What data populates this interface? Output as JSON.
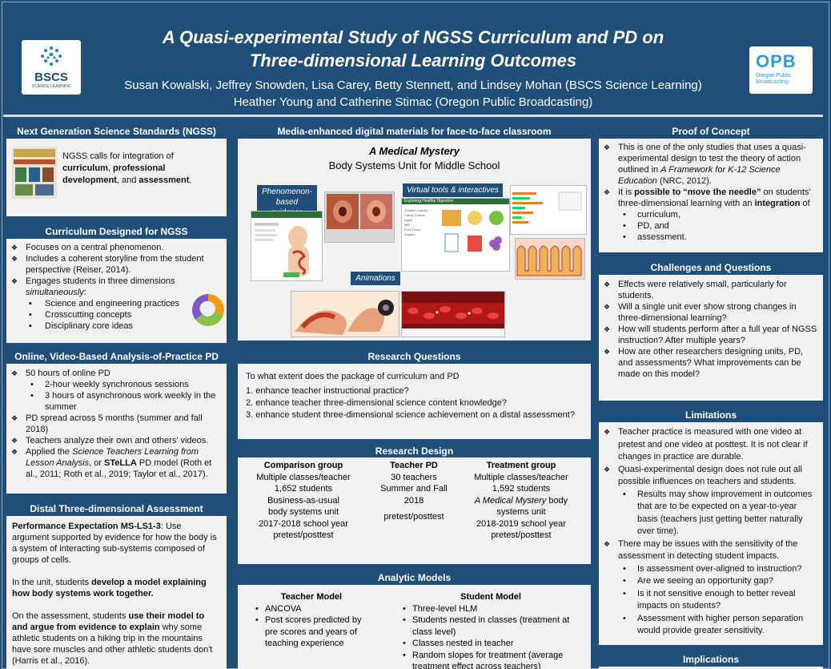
{
  "header": {
    "title_line1": "A Quasi-experimental Study of NGSS Curriculum and PD on",
    "title_line2": "Three-dimensional Learning Outcomes",
    "authors_line1": "Susan Kowalski, Jeffrey Snowden, Lisa Carey, Betty Stennett, and Lindsey Mohan (BSCS Science Learning)",
    "authors_line2": "Heather Young and Catherine Stimac (Oregon Public Broadcasting)",
    "bscs_logo": "BSCS",
    "bscs_sub": "SCIENCE LEARNING",
    "opb_logo": "OPB",
    "opb_sub1": "Oregon Public",
    "opb_sub2": "Broadcasting"
  },
  "ngss": {
    "title": "Next Generation Science Standards (NGSS)",
    "t1": "NGSS calls for integration of",
    "t2": "curriculum",
    "t3": ", ",
    "t4": "professional development",
    "t5": ", and ",
    "t6": "assessment",
    "t7": "."
  },
  "curriculum": {
    "title": "Curriculum Designed for NGSS",
    "b1": "Focuses on a central phenomenon.",
    "b2": "Includes a coherent storyline from the student perspective (Reiser, 2014).",
    "b3a": "Engages students in three dimensions ",
    "b3b": "simultaneously",
    "b3c": ":",
    "s1": "Science and engineering practices",
    "s2": "Crosscutting concepts",
    "s3": "Disciplinary core ideas"
  },
  "pd": {
    "title": "Online, Video-Based Analysis-of-Practice PD",
    "b1": "50 hours of online PD",
    "d1": "2-hour weekly synchronous sessions",
    "d2": "3 hours of asynchronous work weekly in the summer",
    "b2": "PD spread across 5 months (summer and fall 2018)",
    "b3": "Teachers analyze their own and others' videos.",
    "b4a": "Applied the ",
    "b4b": "Science Teachers Learning from Lesson Analysis",
    "b4c": ", or ",
    "b4d": "STeLLA",
    "b4e": " PD model (Roth et al., 2011; Roth et al., 2019; Taylor et al., 2017)."
  },
  "distal": {
    "title": "Distal Three-dimensional Assessment",
    "p1a": "Performance Expectation MS-LS1-3",
    "p1b": ": Use argument supported by evidence for how the body is a system of interacting sub-systems composed of groups of cells.",
    "p2a": "In the unit, students ",
    "p2b": "develop a model explaining how body systems work together.",
    "p3a": "On the assessment, students ",
    "p3b": "use their model to and argue from evidence to explain",
    "p3c": " why some athletic students on a hiking trip in the mountains have sore muscles and other athletic students don't (Harris et al., 2016)."
  },
  "media": {
    "title": "Media-enhanced digital materials for face-to-face classroom",
    "unit_title": "A Medical Mystery",
    "unit_sub": "Body Systems Unit for Middle School",
    "tag_phen": "Phenomenon-based evidence",
    "tag_tools": "Virtual tools & interactives",
    "tag_anim": "Animations",
    "shot_text": "Exploring Healthy Digestion",
    "foods": [
      "Graham Cracker",
      "Candy Cheese",
      "Apple",
      "Milk",
      "Fruit Punch",
      "Grapes"
    ]
  },
  "rq": {
    "title": "Research Questions",
    "intro": "To what extent does the package of curriculum and PD",
    "q1": "1.  enhance teacher instructional practice?",
    "q2": "2.  enhance teacher three-dimensional science content knowledge?",
    "q3": "3.  enhance student three-dimensional science achievement on a distal assessment?"
  },
  "design": {
    "title": "Research Design",
    "comp_head": "Comparison group",
    "comp": [
      "Multiple classes/teacher",
      "1,652 students",
      "Business-as-usual",
      "body systems unit",
      "2017-2018 school year",
      "pretest/posttest"
    ],
    "tpd_head": "Teacher PD",
    "tpd": [
      "30 teachers",
      "Summer and Fall",
      "2018",
      "",
      "pretest/posttest"
    ],
    "treat_head": "Treatment group",
    "treat1": "Multiple classes/teacher",
    "treat2": "1,592 students",
    "treat3a": "A Medical Mystery",
    "treat3b": " body",
    "treat4": "systems unit",
    "treat5": "2018-2019 school year",
    "treat6": "pretest/posttest"
  },
  "models": {
    "title": "Analytic Models",
    "teacher_head": "Teacher Model",
    "t1": "ANCOVA",
    "t2": "Post scores predicted by pre scores and years of teaching experience",
    "student_head": "Student Model",
    "s1": "Three-level HLM",
    "s2": "Students nested in classes (treatment at class level)",
    "s3": "Classes nested in teacher",
    "s4": "Random slopes for treatment (average treatment effect across teachers)"
  },
  "proof": {
    "title": "Proof of Concept",
    "b1a": "This is one of the only studies that uses a quasi-experimental design to test the theory of action outlined in ",
    "b1b": "A Framework for K-12 Science Education",
    "b1c": " (NRC, 2012).",
    "b2a": "It is ",
    "b2b": "possible to “move the needle”",
    "b2c": " on students' three-dimensional learning with an ",
    "b2d": "integration",
    "b2e": " of",
    "d1": "curriculum,",
    "d2": "PD, and",
    "d3": "assessment."
  },
  "challenges": {
    "title": "Challenges and Questions",
    "b1": "Effects were relatively small, particularly for students.",
    "b2": "Will a single unit ever show strong changes in three-dimensional learning?",
    "b3": "How will students perform after a full year of NGSS instruction? After multiple years?",
    "b4": "How are other researchers designing units, PD, and assessments? What improvements can be made on this model?"
  },
  "limitations": {
    "title": "Limitations",
    "b1": "Teacher practice is measured with one video at pretest and one video at posttest. It is not clear if changes in practice are durable.",
    "b2": "Quasi-experimental design does not rule out all possible influences on teachers and students.",
    "d1": "Results may show improvement in outcomes that are to be expected on a year-to-year basis (teachers just getting better naturally over time).",
    "b3": "There may be issues with the sensitivity of the assessment in detecting student impacts.",
    "d2": "Is assessment over-aligned to instruction?",
    "d3": "Are we seeing an opportunity gap?",
    "d4": "Is it not sensitive enough to better reveal impacts on students?",
    "d5": "Assessment with higher person separation would provide greater sensitivity."
  },
  "implications": {
    "title": "Implications"
  },
  "colors": {
    "navy": "#1f4e79",
    "panel": "#f2f2f2"
  }
}
